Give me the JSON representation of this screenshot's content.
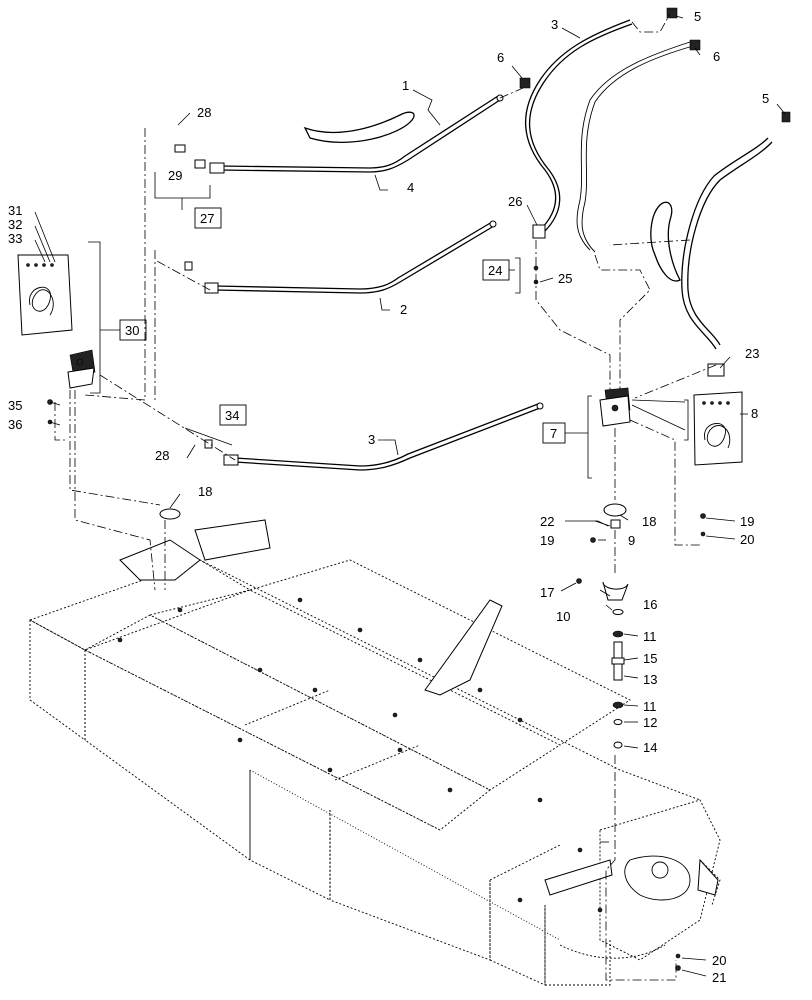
{
  "callouts": [
    {
      "id": "c1",
      "text": "1"
    },
    {
      "id": "c2",
      "text": "2"
    },
    {
      "id": "c3a",
      "text": "3"
    },
    {
      "id": "c3b",
      "text": "3"
    },
    {
      "id": "c4",
      "text": "4"
    },
    {
      "id": "c5a",
      "text": "5"
    },
    {
      "id": "c5b",
      "text": "5"
    },
    {
      "id": "c6a",
      "text": "6"
    },
    {
      "id": "c6b",
      "text": "6"
    },
    {
      "id": "c8",
      "text": "8"
    },
    {
      "id": "c9",
      "text": "9"
    },
    {
      "id": "c10",
      "text": "10"
    },
    {
      "id": "c11a",
      "text": "11"
    },
    {
      "id": "c11b",
      "text": "11"
    },
    {
      "id": "c12",
      "text": "12"
    },
    {
      "id": "c13",
      "text": "13"
    },
    {
      "id": "c14",
      "text": "14"
    },
    {
      "id": "c15",
      "text": "15"
    },
    {
      "id": "c16",
      "text": "16"
    },
    {
      "id": "c17",
      "text": "17"
    },
    {
      "id": "c18a",
      "text": "18"
    },
    {
      "id": "c18b",
      "text": "18"
    },
    {
      "id": "c19a",
      "text": "19"
    },
    {
      "id": "c19b",
      "text": "19"
    },
    {
      "id": "c20a",
      "text": "20"
    },
    {
      "id": "c20b",
      "text": "20"
    },
    {
      "id": "c21",
      "text": "21"
    },
    {
      "id": "c22",
      "text": "22"
    },
    {
      "id": "c23",
      "text": "23"
    },
    {
      "id": "c25",
      "text": "25"
    },
    {
      "id": "c26",
      "text": "26"
    },
    {
      "id": "c28a",
      "text": "28"
    },
    {
      "id": "c28b",
      "text": "28"
    },
    {
      "id": "c29",
      "text": "29"
    },
    {
      "id": "c31",
      "text": "31"
    },
    {
      "id": "c32",
      "text": "32"
    },
    {
      "id": "c33",
      "text": "33"
    },
    {
      "id": "c35",
      "text": "35"
    },
    {
      "id": "c36",
      "text": "36"
    }
  ],
  "boxed_callouts": [
    {
      "id": "b7",
      "text": "7"
    },
    {
      "id": "b24",
      "text": "24"
    },
    {
      "id": "b27",
      "text": "27"
    },
    {
      "id": "b30",
      "text": "30"
    },
    {
      "id": "b34",
      "text": "34"
    }
  ]
}
